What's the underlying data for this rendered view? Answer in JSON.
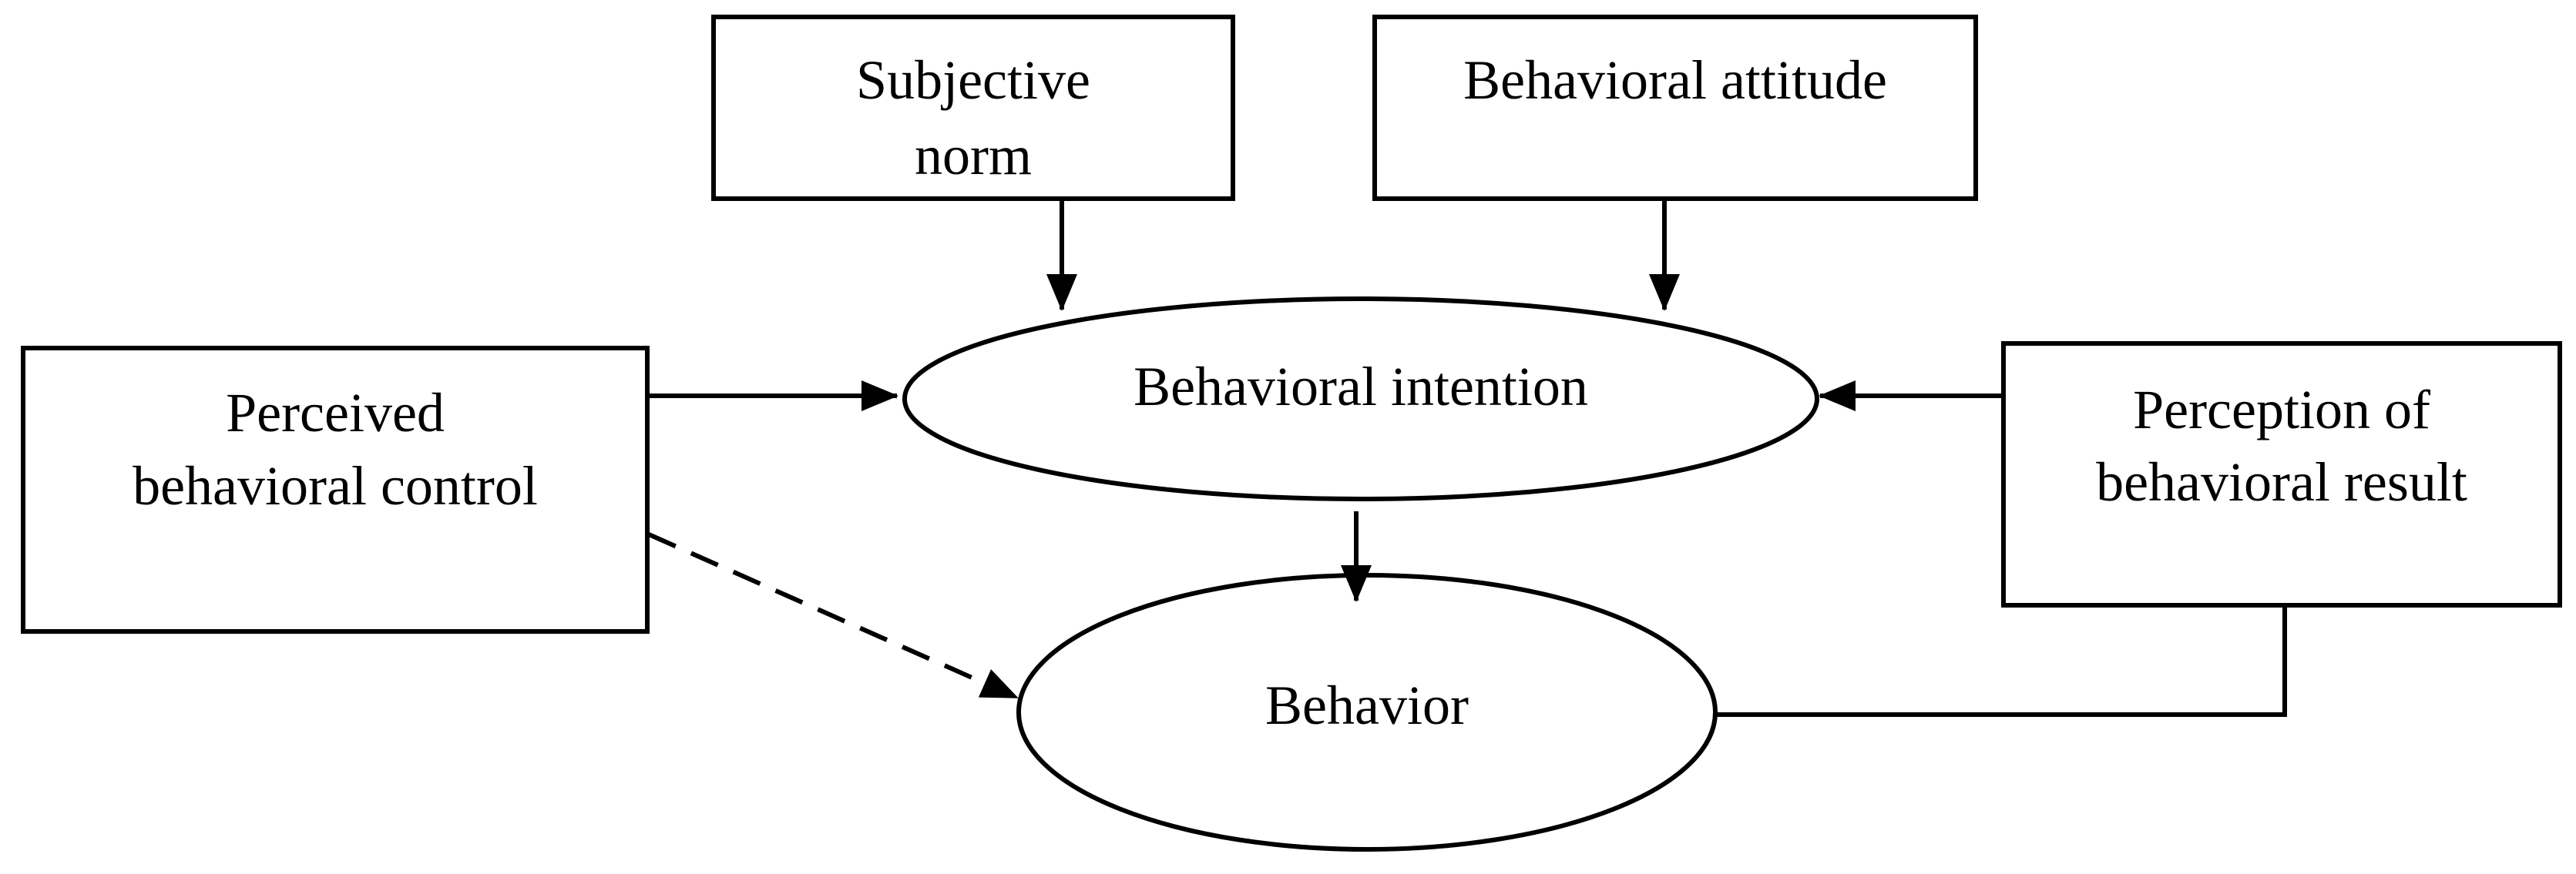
{
  "nodes": {
    "subjective_norm": {
      "line1": "Subjective",
      "line2": "norm"
    },
    "behavioral_attitude": {
      "label": "Behavioral attitude"
    },
    "perceived_control": {
      "line1": "Perceived",
      "line2": "behavioral control"
    },
    "behavioral_intention": {
      "label": "Behavioral intention"
    },
    "perception_result": {
      "line1": "Perception of",
      "line2": "behavioral result"
    },
    "behavior": {
      "label": "Behavior"
    }
  },
  "edges": [
    {
      "from": "Subjective norm",
      "to": "Behavioral intention",
      "style": "solid"
    },
    {
      "from": "Behavioral attitude",
      "to": "Behavioral intention",
      "style": "solid"
    },
    {
      "from": "Perceived behavioral control",
      "to": "Behavioral intention",
      "style": "solid"
    },
    {
      "from": "Perception of behavioral result",
      "to": "Behavioral intention",
      "style": "solid"
    },
    {
      "from": "Behavioral intention",
      "to": "Behavior",
      "style": "solid"
    },
    {
      "from": "Perceived behavioral control",
      "to": "Behavior",
      "style": "dashed"
    },
    {
      "from": "Behavior",
      "to": "Perception of behavioral result",
      "style": "solid",
      "arrowhead": false
    }
  ],
  "colors": {
    "stroke": "#000000",
    "background": "#ffffff"
  }
}
